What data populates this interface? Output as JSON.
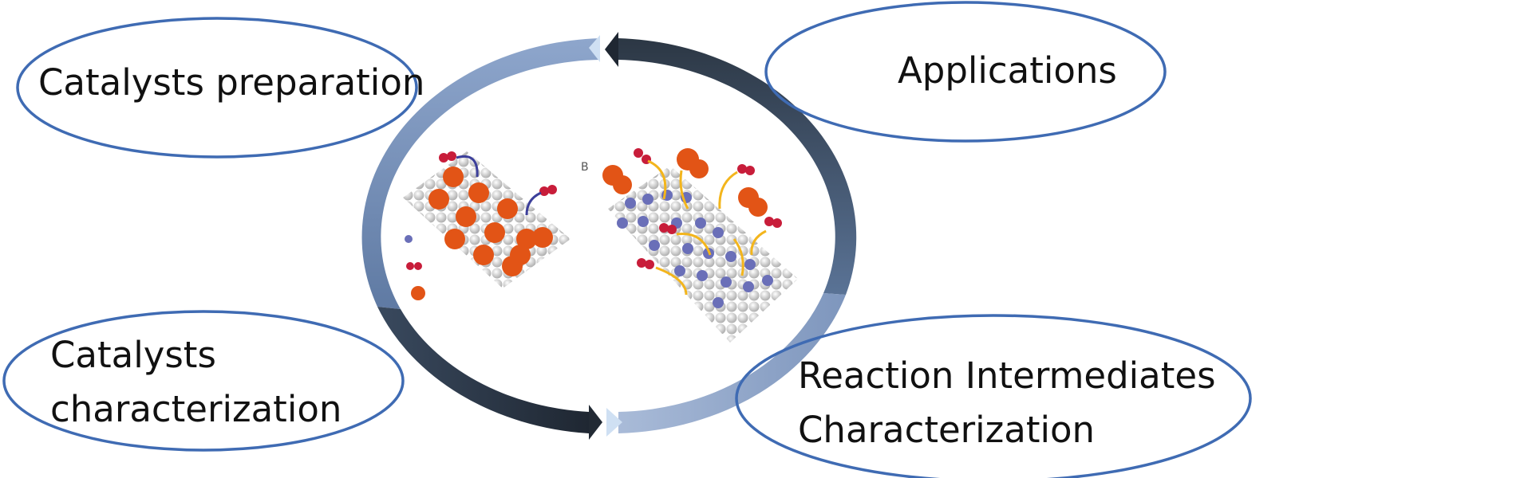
{
  "diagram": {
    "nodes": {
      "catalysts_preparation": "Catalysts preparation",
      "applications": "Applications",
      "catalysts_characterization": [
        "Catalysts",
        "characterization"
      ],
      "reaction_intermediates": [
        "Reaction Intermediates",
        "Characterization"
      ]
    },
    "colors": {
      "ellipse_border": "#3f6bb3",
      "arrow_light": "#7f97bd",
      "arrow_dark": "#2a3442",
      "arrow_tip": "#cfe0f3",
      "surface_atom": "#c9c9c9",
      "cluster": "#e25416",
      "adsorbate_red": "#c81d3a",
      "adsorbate_blue": "#6a6fb8",
      "flow_arrow": "#f3b51c"
    },
    "icons": [
      "cycle-arrow-icon",
      "catalyst-surface-illustration"
    ]
  }
}
